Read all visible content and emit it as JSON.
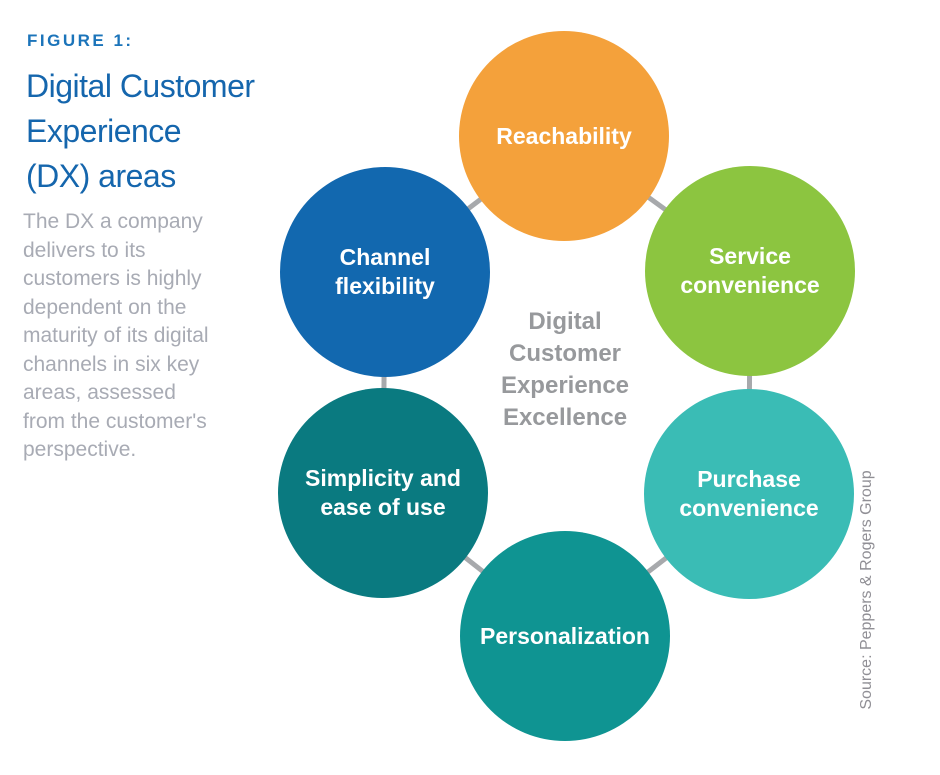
{
  "figure": {
    "label": "FIGURE 1:",
    "title_lines": [
      "Digital Customer",
      "Experience",
      "(DX) areas"
    ],
    "description_lines": [
      "The DX a company",
      "delivers to its",
      "customers is highly",
      "dependent on the",
      "maturity of its digital",
      "channels in six key",
      "areas, assessed",
      "from the customer's",
      "perspective."
    ]
  },
  "center": {
    "lines": [
      "Digital",
      "Customer",
      "Experience",
      "Excellence"
    ]
  },
  "circles": [
    {
      "name": "reachability",
      "label": "Reachability",
      "color": "#F4A13B"
    },
    {
      "name": "service",
      "label": "Service\nconvenience",
      "color": "#8CC540"
    },
    {
      "name": "purchase",
      "label": "Purchase\nconvenience",
      "color": "#3ABCB5"
    },
    {
      "name": "personalization",
      "label": "Personalization",
      "color": "#0F9492"
    },
    {
      "name": "simplicity",
      "label": "Simplicity and\nease of use",
      "color": "#0A7A80"
    },
    {
      "name": "channel",
      "label": "Channel\nflexibility",
      "color": "#1268AF"
    }
  ],
  "source": "Source: Peppers & Rogers Group",
  "colors": {
    "background": "#FFFFFF",
    "figure_label_blue": "#1B74BA",
    "title_blue": "#1566AD",
    "description_gray": "#A8ABB4",
    "center_text_gray": "#97999C",
    "connector_gray": "#A7A9AC",
    "source_gray": "#908F95",
    "circle_text": "#FFFFFF"
  }
}
